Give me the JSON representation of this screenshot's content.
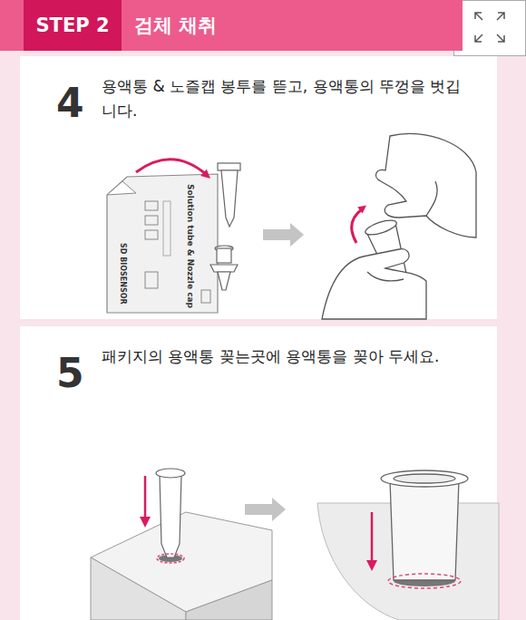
{
  "diagram": {
    "nodes": [
      {
        "text": [
          "검체 채취"
        ]
      },
      {
        "text": [
          "STEP 2"
        ],
        "in": 0
      },
      {
        "text": [
          "4",
          "용액통 & 노즐캡 봉투를 뜯고, 용액통의 뚜껑을 벗깁니다."
        ]
      },
      {
        "text": [
          "5",
          "패키지의 용액통 꽂는곳에 용액통을 꽂아 두세요."
        ]
      }
    ],
    "labels": [
      "Solution tube & Nozzle cap",
      "SD BIOSENSOR"
    ]
  }
}
